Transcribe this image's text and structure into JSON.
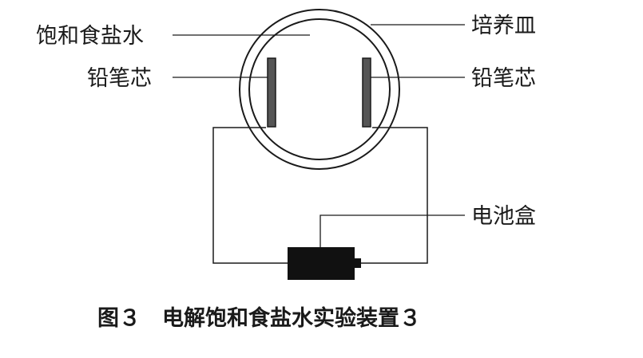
{
  "labels": {
    "saline": "饱和食盐水",
    "pencil_core_left": "铅笔芯",
    "petri_dish": "培养皿",
    "pencil_core_right": "铅笔芯",
    "battery_box": "电池盒"
  },
  "caption": "图３　电解饱和食盐水实验装置３",
  "colors": {
    "ink": "#1a1a1a",
    "electrode_fill": "#555555",
    "battery_fill": "#111111"
  }
}
